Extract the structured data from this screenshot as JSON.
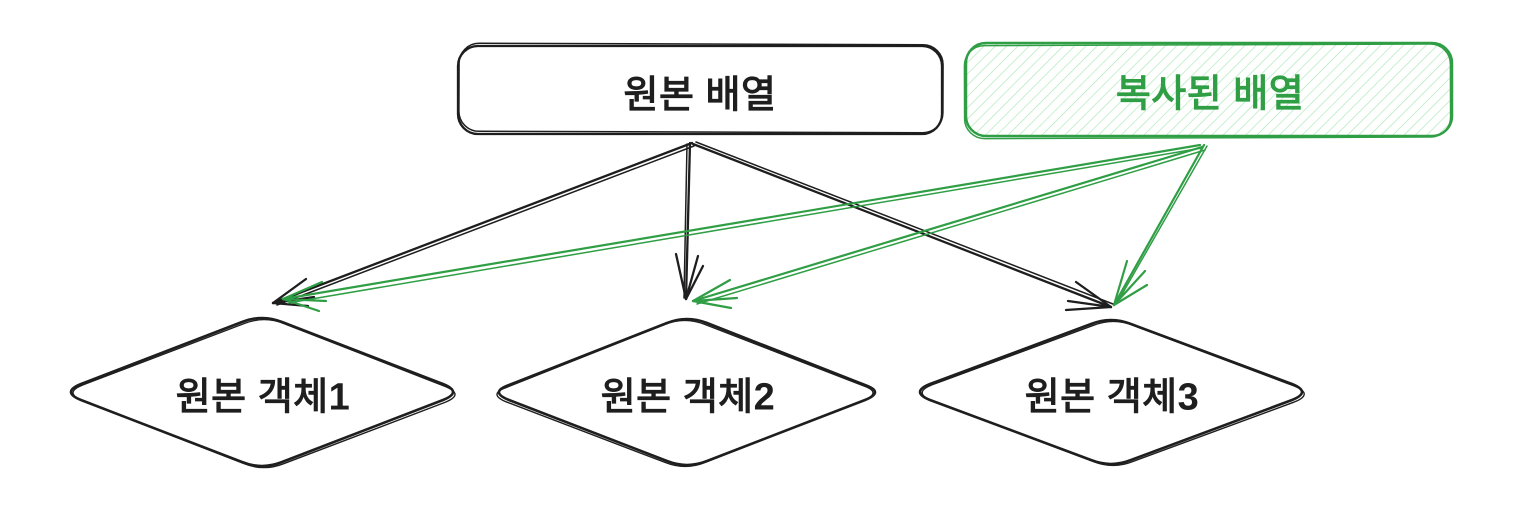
{
  "diagram": {
    "background": "#ffffff",
    "style": "hand-drawn-sketch",
    "colors": {
      "black_stroke": "#1e1e1e",
      "green_stroke": "#2f9e44",
      "green_hachure_fill": "#a9e6b4"
    },
    "nodes": [
      {
        "id": "original-array",
        "label": "원본 배열",
        "shape": "rounded-rectangle",
        "color": "black",
        "fill": "none"
      },
      {
        "id": "copied-array",
        "label": "복사된 배열",
        "shape": "rounded-rectangle",
        "color": "green",
        "fill": "hachure"
      },
      {
        "id": "original-object-1",
        "label": "원본 객체1",
        "shape": "diamond",
        "color": "black",
        "fill": "none"
      },
      {
        "id": "original-object-2",
        "label": "원본 객체2",
        "shape": "diamond",
        "color": "black",
        "fill": "none"
      },
      {
        "id": "original-object-3",
        "label": "원본 객체3",
        "shape": "diamond",
        "color": "black",
        "fill": "none"
      }
    ],
    "edges": [
      {
        "from": "original-array",
        "to": "original-object-1",
        "color": "#1e1e1e",
        "type": "arrow"
      },
      {
        "from": "original-array",
        "to": "original-object-2",
        "color": "#1e1e1e",
        "type": "arrow"
      },
      {
        "from": "original-array",
        "to": "original-object-3",
        "color": "#1e1e1e",
        "type": "arrow"
      },
      {
        "from": "copied-array",
        "to": "original-object-1",
        "color": "#2f9e44",
        "type": "arrow"
      },
      {
        "from": "copied-array",
        "to": "original-object-2",
        "color": "#2f9e44",
        "type": "arrow"
      },
      {
        "from": "copied-array",
        "to": "original-object-3",
        "color": "#2f9e44",
        "type": "arrow"
      }
    ]
  }
}
